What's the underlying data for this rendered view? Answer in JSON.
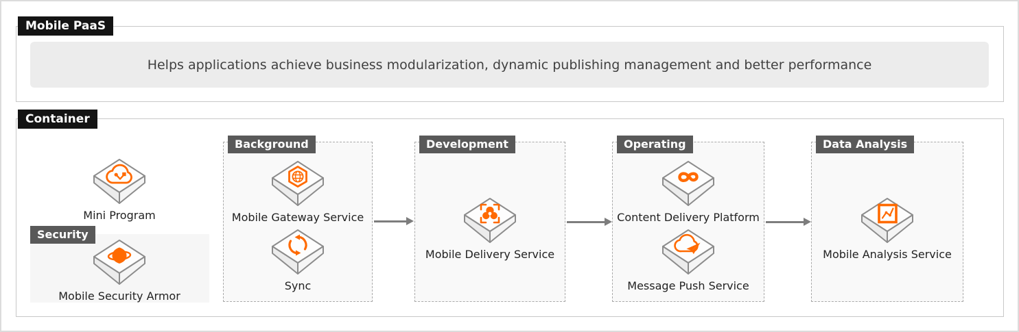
{
  "colors": {
    "accent_orange": "#ff6a00",
    "chip_dark_bg": "#141414",
    "chip_gray_bg": "#595959",
    "banner_bg": "#ececec"
  },
  "paas": {
    "label": "Mobile PaaS",
    "description": "Helps applications achieve business modularization, dynamic publishing management and better performance"
  },
  "container": {
    "label": "Container",
    "mini_program": {
      "label": "Mini Program",
      "icon": "mini-program-icon"
    },
    "groups": [
      {
        "label": "Security",
        "items": [
          {
            "label": "Mobile Security Armor",
            "icon": "security-armor-icon"
          }
        ]
      },
      {
        "label": "Background",
        "items": [
          {
            "label": "Mobile Gateway Service",
            "icon": "mobile-gateway-icon"
          },
          {
            "label": "Sync",
            "icon": "sync-icon"
          }
        ]
      },
      {
        "label": "Development",
        "items": [
          {
            "label": "Mobile Delivery Service",
            "icon": "mobile-delivery-icon"
          }
        ]
      },
      {
        "label": "Operating",
        "items": [
          {
            "label": "Content Delivery Platform",
            "icon": "content-delivery-icon"
          },
          {
            "label": "Message Push Service",
            "icon": "message-push-icon"
          }
        ]
      },
      {
        "label": "Data Analysis",
        "items": [
          {
            "label": "Mobile Analysis Service",
            "icon": "mobile-analysis-icon"
          }
        ]
      }
    ]
  }
}
